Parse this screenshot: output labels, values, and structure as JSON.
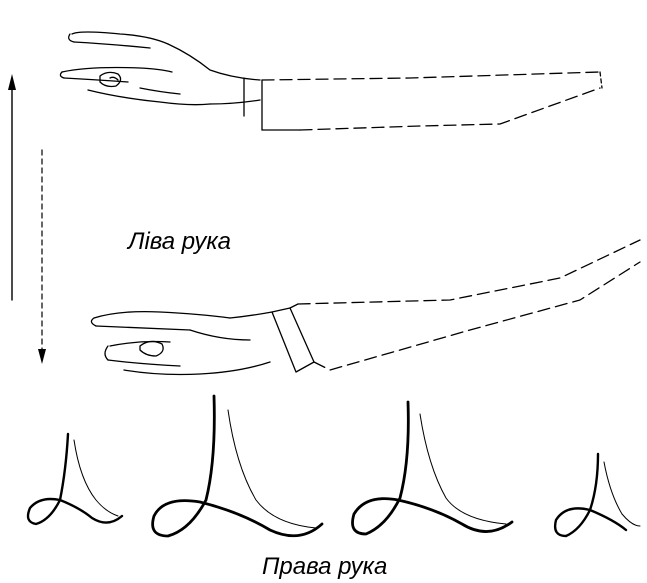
{
  "labels": {
    "left_hand": "Ліва рука",
    "right_hand": "Права рука"
  },
  "colors": {
    "ink": "#000000",
    "background": "#ffffff"
  },
  "figures": {
    "left_hand_motion": "vertical up-down arrows beside left hand",
    "right_hand_strokes": 4
  }
}
